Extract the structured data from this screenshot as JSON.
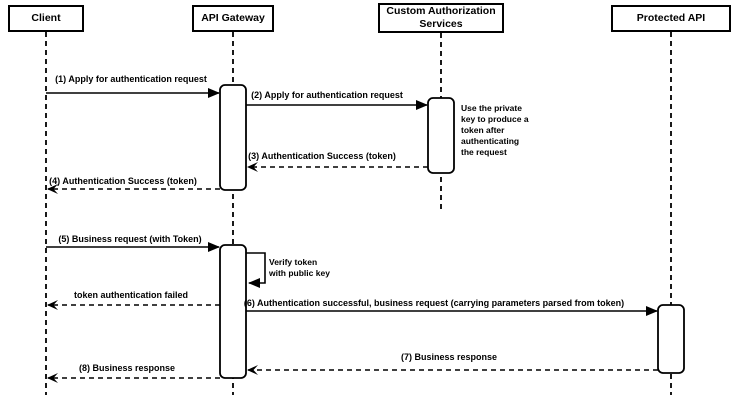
{
  "participants": [
    {
      "id": "client",
      "label": "Client"
    },
    {
      "id": "api-gateway",
      "label": "API Gateway"
    },
    {
      "id": "custom-authorization-services",
      "label_lines": [
        "Custom Authorization",
        "Services"
      ]
    },
    {
      "id": "protected-api",
      "label": "Protected API"
    }
  ],
  "messages": [
    {
      "label": "(1) Apply for authentication request",
      "type": "solid",
      "from": "Client",
      "to": "API Gateway"
    },
    {
      "label": "(2) Apply for authentication request",
      "type": "solid",
      "from": "API Gateway",
      "to": "Custom Authorization Services"
    },
    {
      "label": "(3) Authentication Success (token)",
      "type": "dashed",
      "from": "Custom Authorization Services",
      "to": "API Gateway"
    },
    {
      "label": "(4) Authentication Success (token)",
      "type": "dashed",
      "from": "API Gateway",
      "to": "Client"
    },
    {
      "label": "(5) Business request (with Token)",
      "type": "solid",
      "from": "Client",
      "to": "API Gateway"
    },
    {
      "label": "token authentication failed",
      "type": "dashed",
      "from": "API Gateway",
      "to": "Client"
    },
    {
      "label": "(6) Authentication successful, business request (carrying parameters parsed from token)",
      "type": "solid",
      "from": "API Gateway",
      "to": "Protected API"
    },
    {
      "label": "(7) Business response",
      "type": "dashed",
      "from": "Protected API",
      "to": "API Gateway"
    },
    {
      "label": "(8) Business response",
      "type": "dashed",
      "from": "API Gateway",
      "to": "Client"
    }
  ],
  "self_message": {
    "on": "API Gateway",
    "lines": [
      "Verify token",
      "with public key"
    ]
  },
  "note": {
    "near": "Custom Authorization Services",
    "lines": [
      "Use the private",
      "key to produce a",
      "token after",
      "authenticating",
      "the request"
    ]
  },
  "colors": {
    "stroke": "#000000",
    "fill": "#ffffff",
    "background": "#ffffff"
  }
}
